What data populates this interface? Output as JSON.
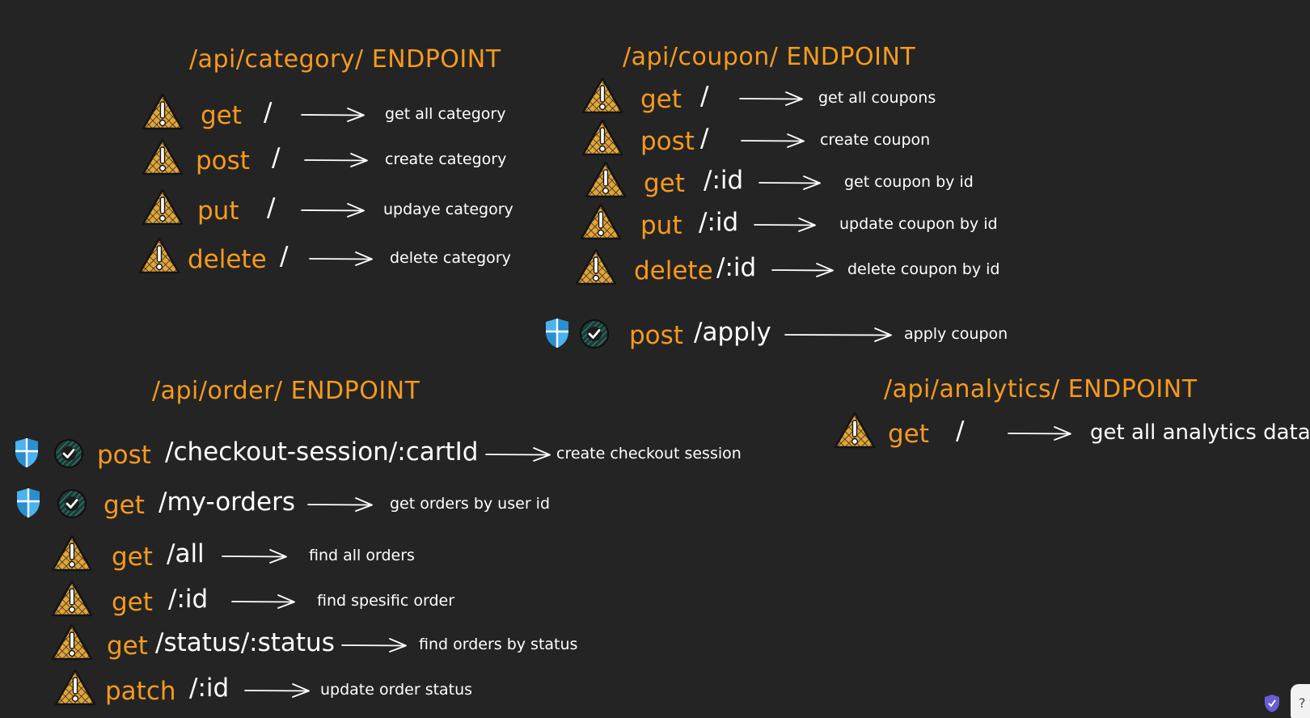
{
  "colors": {
    "background": "#242424",
    "method": "#f59a1f",
    "title": "#f59a1f",
    "text": "#ffffff",
    "warning_fill": "#e0a53a",
    "shield": "#4ab3f0",
    "check_ring": "#2e8b7a"
  },
  "sections": {
    "category": {
      "title": "/api/category/ ENDPOINT",
      "rows": [
        {
          "icons": [
            "warning-icon"
          ],
          "method": "get",
          "path": "/",
          "desc": "get all category"
        },
        {
          "icons": [
            "warning-icon"
          ],
          "method": "post",
          "path": "/",
          "desc": "create category"
        },
        {
          "icons": [
            "warning-icon"
          ],
          "method": "put",
          "path": "/",
          "desc": "updaye category"
        },
        {
          "icons": [
            "warning-icon"
          ],
          "method": "delete",
          "path": "/",
          "desc": "delete category"
        }
      ]
    },
    "coupon": {
      "title": "/api/coupon/ ENDPOINT",
      "rows": [
        {
          "icons": [
            "warning-icon"
          ],
          "method": "get",
          "path": "/",
          "desc": "get all coupons"
        },
        {
          "icons": [
            "warning-icon"
          ],
          "method": "post",
          "path": "/",
          "desc": "create coupon"
        },
        {
          "icons": [
            "warning-icon"
          ],
          "method": "get",
          "path": "/:id",
          "desc": "get coupon by id"
        },
        {
          "icons": [
            "warning-icon"
          ],
          "method": "put",
          "path": "/:id",
          "desc": "update coupon by id"
        },
        {
          "icons": [
            "warning-icon"
          ],
          "method": "delete",
          "path": "/:id",
          "desc": "delete coupon by id"
        },
        {
          "icons": [
            "shield-icon",
            "check-icon"
          ],
          "method": "post",
          "path": "/apply",
          "desc": "apply coupon"
        }
      ]
    },
    "order": {
      "title": "/api/order/ ENDPOINT",
      "rows": [
        {
          "icons": [
            "shield-icon",
            "check-icon"
          ],
          "method": "post",
          "path": "/checkout-session/:cartId",
          "desc": "create checkout session"
        },
        {
          "icons": [
            "shield-icon",
            "check-icon"
          ],
          "method": "get",
          "path": "/my-orders",
          "desc": "get orders by user id"
        },
        {
          "icons": [
            "warning-icon"
          ],
          "method": "get",
          "path": "/all",
          "desc": "find all orders"
        },
        {
          "icons": [
            "warning-icon"
          ],
          "method": "get",
          "path": "/:id",
          "desc": "find spesific order"
        },
        {
          "icons": [
            "warning-icon"
          ],
          "method": "get",
          "path": "/status/:status",
          "desc": "find orders by status"
        },
        {
          "icons": [
            "warning-icon"
          ],
          "method": "patch",
          "path": "/:id",
          "desc": "update order status"
        }
      ]
    },
    "analytics": {
      "title": "/api/analytics/ ENDPOINT",
      "rows": [
        {
          "icons": [
            "warning-icon"
          ],
          "method": "get",
          "path": "/",
          "desc": "get all analytics data"
        }
      ]
    }
  },
  "footer": {
    "help_label": "?"
  }
}
